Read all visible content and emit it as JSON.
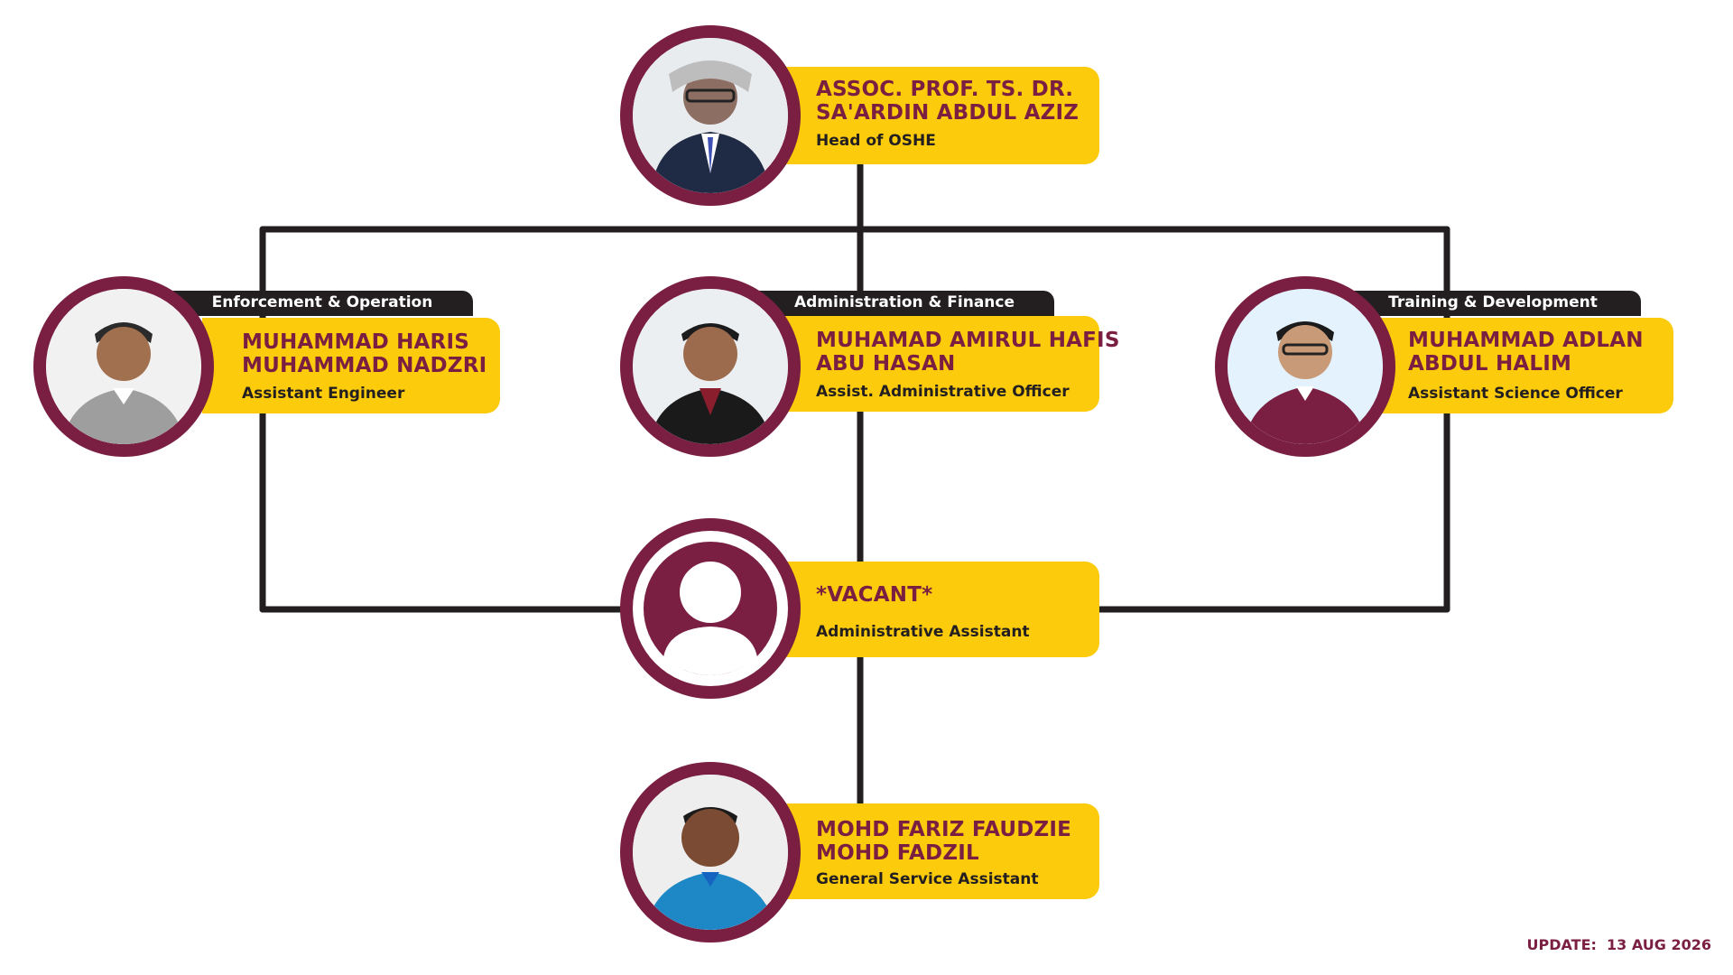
{
  "colors": {
    "accent": "#7a1f42",
    "card": "#fccb0c",
    "line": "#231f20",
    "tab_text": "#ffffff"
  },
  "head": {
    "name_line1": "ASSOC. PROF. TS. DR.",
    "name_line2": "SA'ARDIN ABDUL AZIZ",
    "role": "Head of OSHE",
    "photo": "person-photo-icon"
  },
  "units": [
    {
      "tab": "Enforcement & Operation",
      "name_line1": "MUHAMMAD HARIS",
      "name_line2": "MUHAMMAD NADZRI",
      "role": "Assistant Engineer",
      "photo": "person-photo-icon"
    },
    {
      "tab": "Administration & Finance",
      "name_line1": "MUHAMAD AMIRUL HAFIS",
      "name_line2": "ABU HASAN",
      "role": "Assist. Administrative Officer",
      "photo": "person-photo-icon"
    },
    {
      "tab": "Training & Development",
      "name_line1": "MUHAMMAD ADLAN",
      "name_line2": "ABDUL HALIM",
      "role": "Assistant Science Officer",
      "photo": "person-photo-icon"
    }
  ],
  "vacant": {
    "name": "*VACANT*",
    "role": "Administrative Assistant",
    "photo": "user-placeholder-icon"
  },
  "general": {
    "name_line1": "MOHD FARIZ FAUDZIE",
    "name_line2": "MOHD FADZIL",
    "role": "General Service Assistant",
    "photo": "person-photo-icon"
  },
  "update": {
    "label": "UPDATE:",
    "date": "13 AUG 2026"
  }
}
